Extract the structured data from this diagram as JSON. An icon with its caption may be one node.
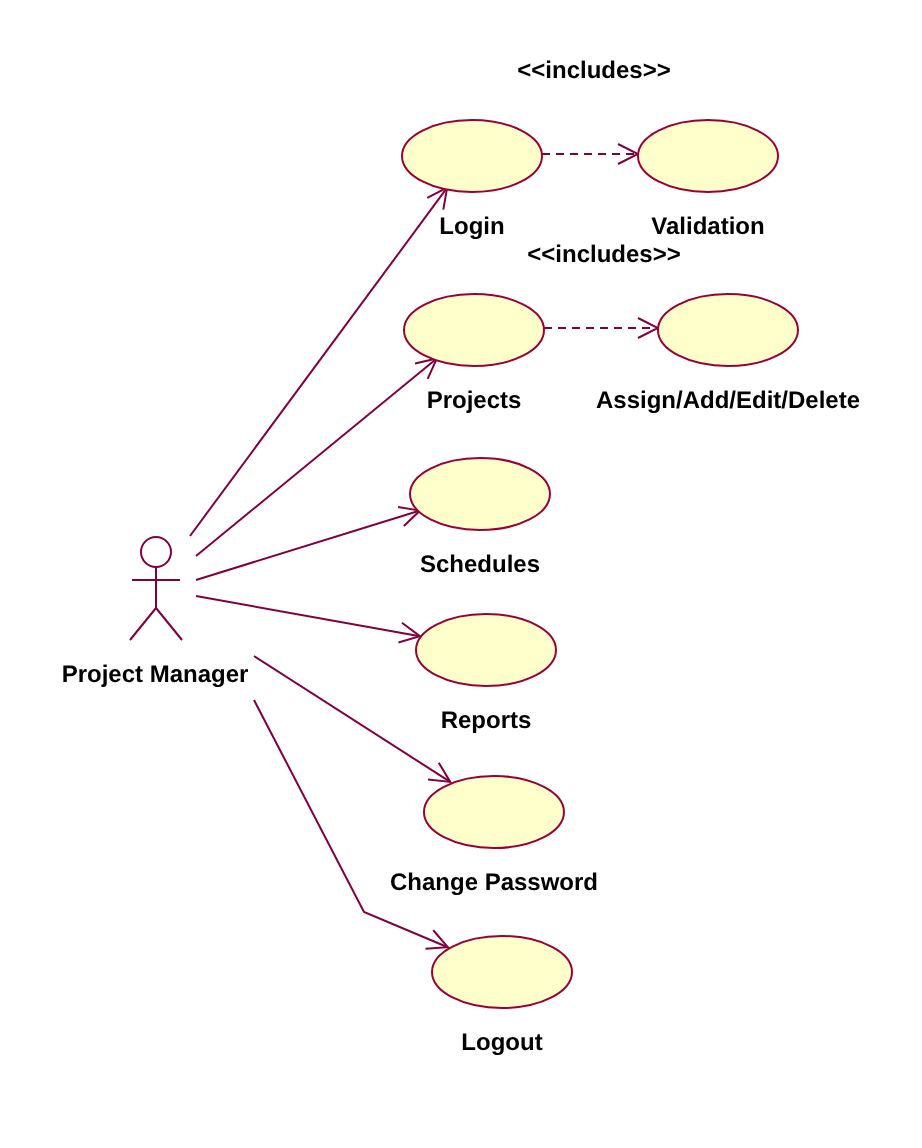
{
  "diagram": {
    "nodes": [
      {
        "text": [
          "Project Manager"
        ]
      },
      {
        "text": [
          "Login"
        ]
      },
      {
        "text": [
          "Validation"
        ]
      },
      {
        "text": [
          "Projects"
        ]
      },
      {
        "text": [
          "Assign/Add/Edit/Delete"
        ]
      },
      {
        "text": [
          "Schedules"
        ]
      },
      {
        "text": [
          "Reports"
        ]
      },
      {
        "text": [
          "Change Password"
        ]
      },
      {
        "text": [
          "Logout"
        ]
      }
    ],
    "edges": [
      {
        "from": 0,
        "to": 1,
        "arrow": "to"
      },
      {
        "from": 1,
        "to": 2,
        "arrow": "to",
        "style": "dashed",
        "label": "<<includes>>"
      },
      {
        "from": 0,
        "to": 3,
        "arrow": "to"
      },
      {
        "from": 3,
        "to": 4,
        "arrow": "to",
        "style": "dashed",
        "label": "<<includes>>"
      },
      {
        "from": 0,
        "to": 5,
        "arrow": "to"
      },
      {
        "from": 0,
        "to": 6,
        "arrow": "to"
      },
      {
        "from": 0,
        "to": 7,
        "arrow": "to"
      },
      {
        "from": 0,
        "to": 8,
        "arrow": "to"
      }
    ]
  }
}
